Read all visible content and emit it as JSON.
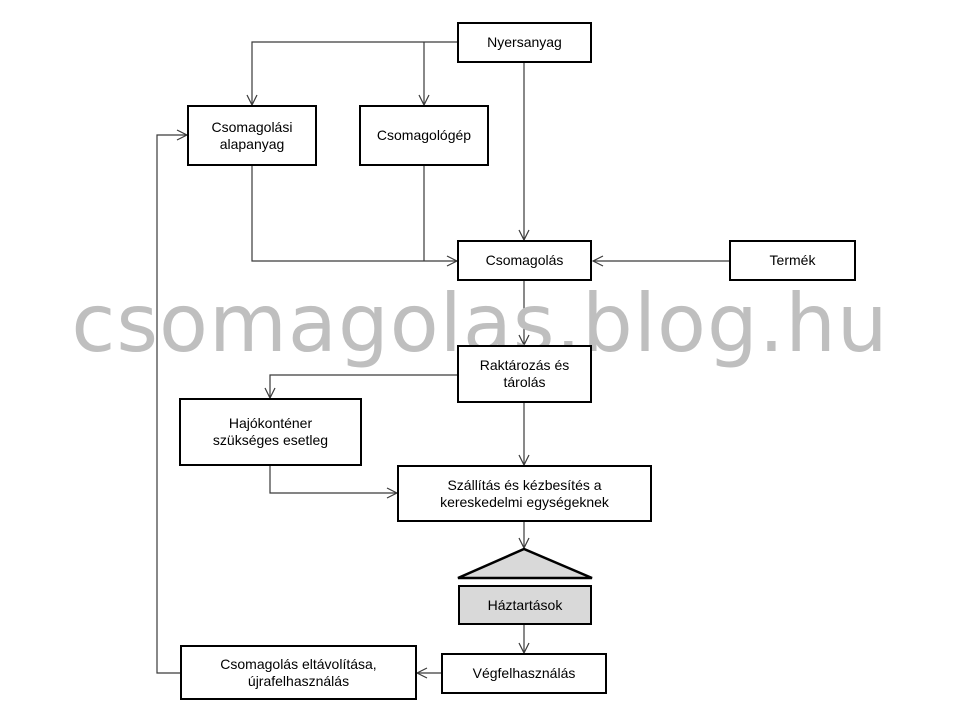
{
  "diagram": {
    "watermark": "csomagolas.blog.hu",
    "nodes": {
      "nyersanyag": "Nyersanyag",
      "csomagolasi_alapanyag": [
        "Csomagolási",
        "alapanyag"
      ],
      "csomagologep": "Csomagológép",
      "csomagolas": "Csomagolás",
      "termek": "Termék",
      "raktarozas": [
        "Raktározás és",
        "tárolás"
      ],
      "hajokontener": [
        "Hajókonténer",
        "szükséges esetleg"
      ],
      "szallitas": [
        "Szállítás és kézbesítés a",
        "kereskedelmi egységeknek"
      ],
      "haztartasok": "Háztartások",
      "vegfelhasznalas": "Végfelhasználás",
      "csomagolas_eltavolitasa": [
        "Csomagolás eltávolítása,",
        "újrafelhasználás"
      ]
    },
    "colors": {
      "line": "#3a3a3a",
      "box_border": "#000000",
      "grey_fill": "#d9d9d9",
      "watermark": "#bfbfbf"
    }
  }
}
